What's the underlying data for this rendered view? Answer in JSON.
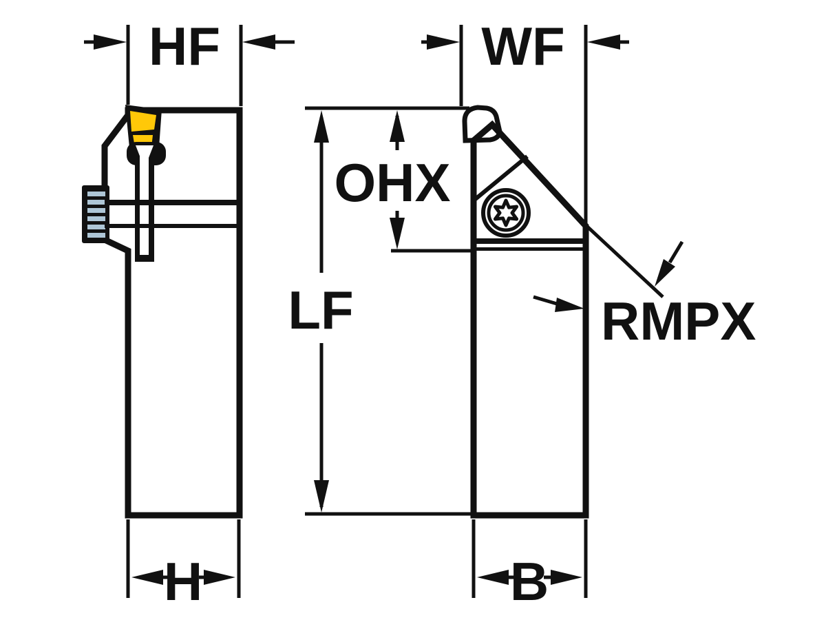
{
  "drawing": {
    "labels": {
      "hf": "HF",
      "wf": "WF",
      "ohx": "OHX",
      "lf": "LF",
      "rmpx": "RMPX",
      "h": "H",
      "b": "B"
    },
    "colors": {
      "body_fill": "#AEC6D6",
      "insert_fill": "#FFC808",
      "line": "#111111",
      "background": "#FFFFFF"
    }
  }
}
